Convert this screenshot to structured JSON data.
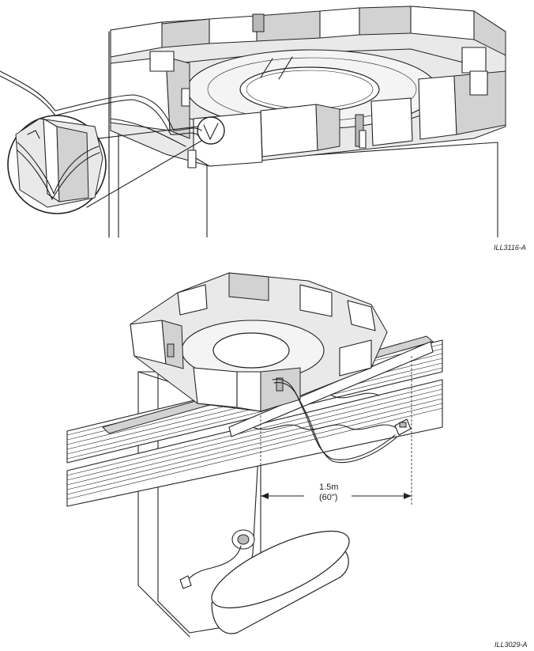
{
  "figure_top": {
    "code": "ILL3116-A"
  },
  "figure_bottom": {
    "code": "ILL3029-A",
    "dimension_metric": "1.5m",
    "dimension_imperial": "(60\")"
  }
}
